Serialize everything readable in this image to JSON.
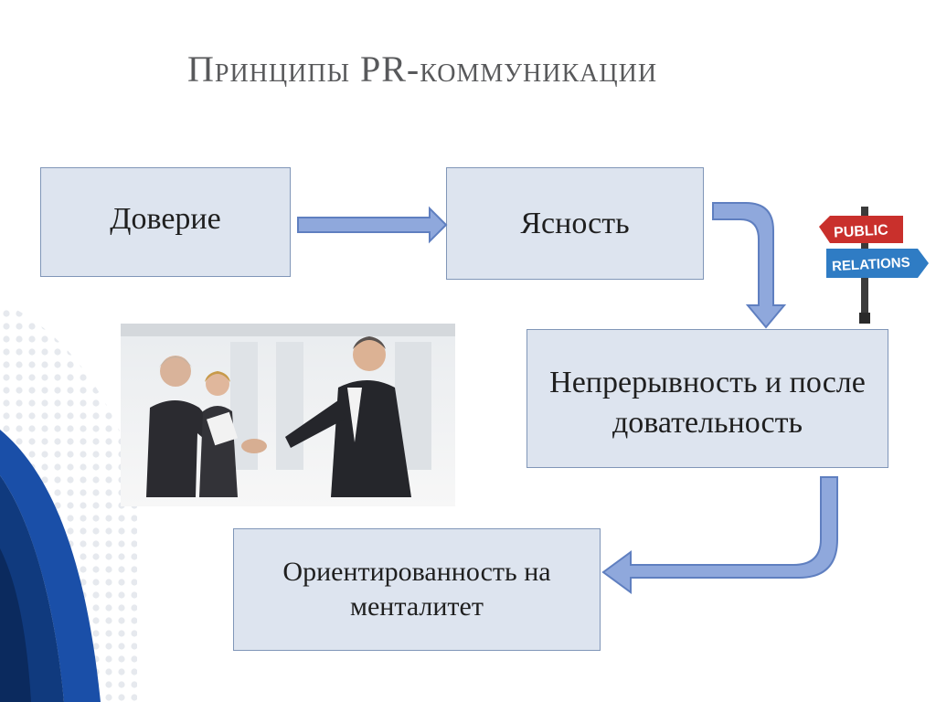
{
  "title": "Принципы PR-коммуникации",
  "boxes": {
    "trust": "Доверие",
    "clarity": "Ясность",
    "continuity": "Непрерывность и последовательность",
    "orientation": "Ориентированность на менталитет"
  },
  "sign": {
    "top": "PUBLIC",
    "bottom": "RELATIONS"
  },
  "colors": {
    "box_fill": "#dde4ef",
    "box_border": "#8096b8",
    "arrow_fill": "#8fa8dc",
    "arrow_stroke": "#5f7fc0",
    "title": "#58595b",
    "sign_red": "#c9302c",
    "sign_blue": "#2f7cc4"
  }
}
